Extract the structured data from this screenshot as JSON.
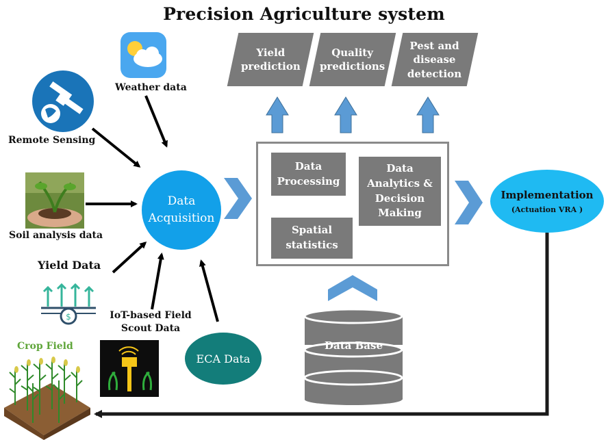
{
  "title": "Precision Agriculture system",
  "outputs": [
    {
      "label": "Yield\nprediction"
    },
    {
      "label": "Quality\npredictions"
    },
    {
      "label": "Pest and\ndisease\ndetection"
    }
  ],
  "processing": {
    "data_processing": "Data\nProcessing",
    "analytics": "Data\nAnalytics &\nDecision\nMaking",
    "spatial": "Spatial\nstatistics"
  },
  "acquisition": "Data\nAcquisition",
  "implementation": {
    "title": "Implementation",
    "subtitle": "(Actuation VRA )"
  },
  "database": "Data Base",
  "sources": {
    "weather": "Weather data",
    "remote": "Remote Sensing",
    "soil": "Soil analysis data",
    "yield": "Yield Data",
    "iot": "IoT-based Field\nScout Data",
    "eca": "ECA Data"
  },
  "crop_field": "Crop Field",
  "colors": {
    "gray_box": "#7a7a7a",
    "acquisition": "#12a0e9",
    "implementation": "#1fbaf2",
    "eca": "#137d7a",
    "chevron": "#5b9bd5",
    "crop_label": "#5fa53a"
  }
}
